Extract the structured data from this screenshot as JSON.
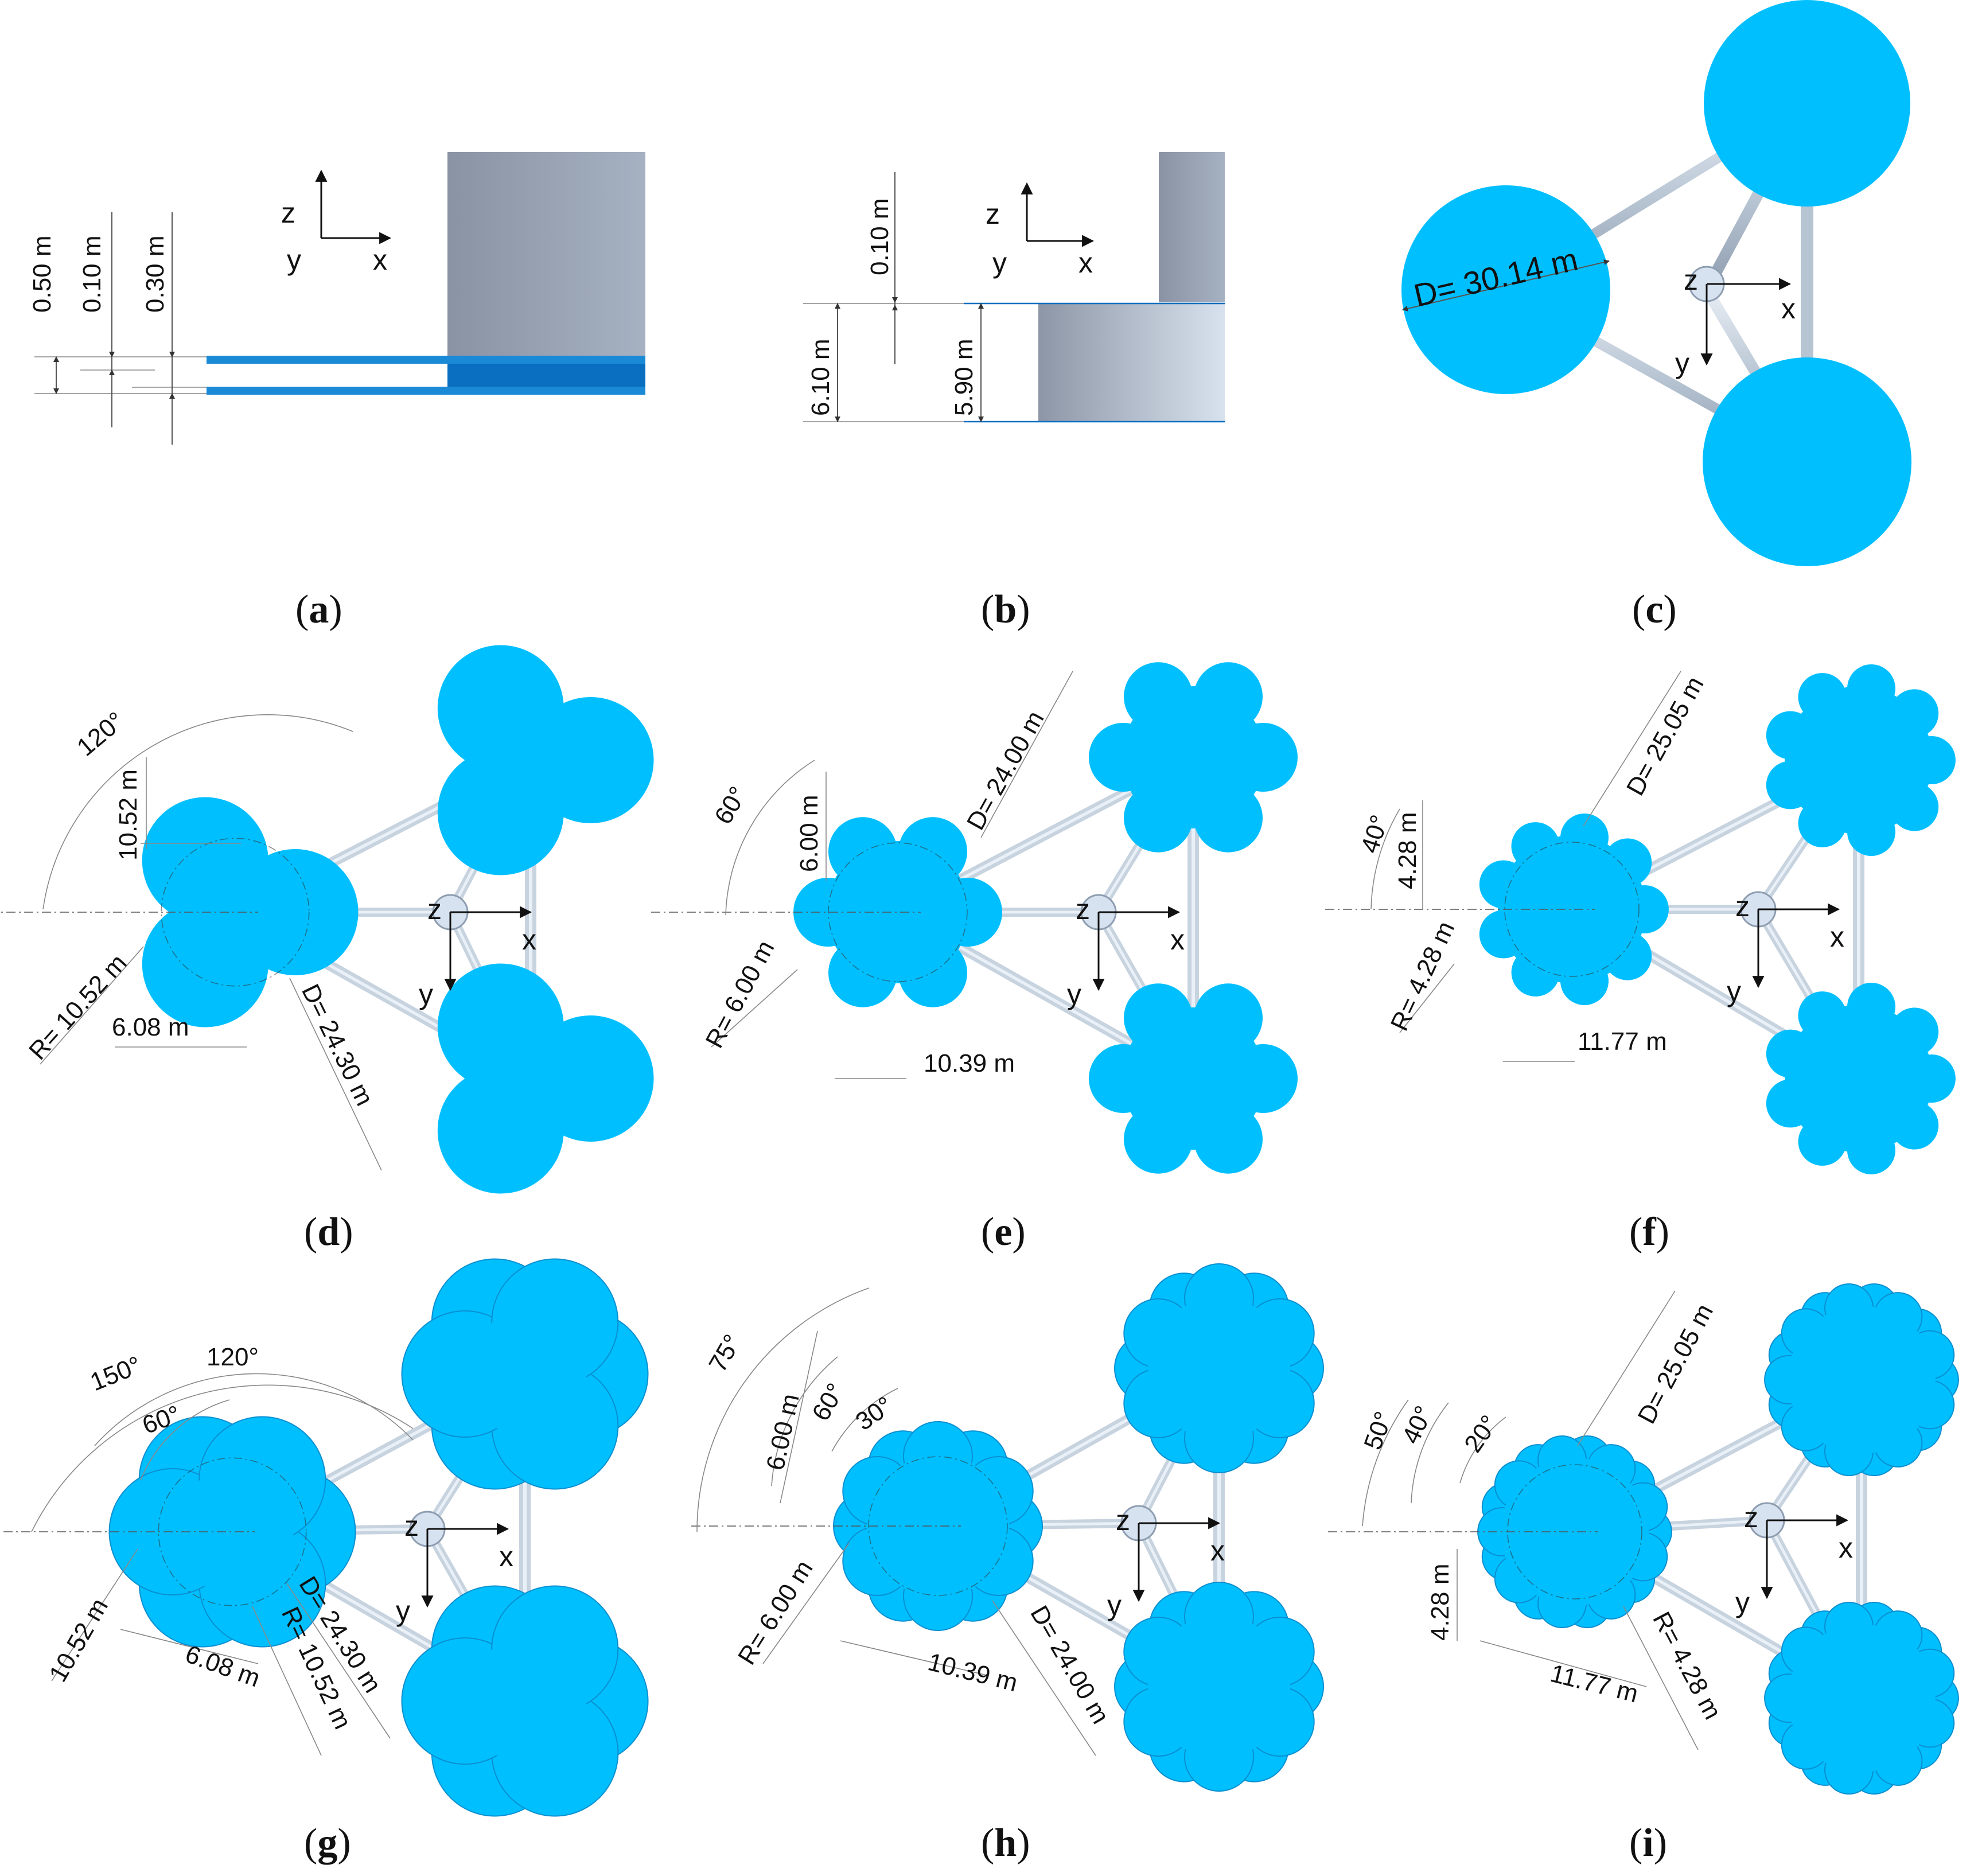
{
  "colors": {
    "float_fill": "#00BFFF",
    "float_edge": "#0a8fd0",
    "plate_dark": "#0a6fc0",
    "plate_light": "#1a8ad6",
    "column_left": "#8a93a3",
    "column_right": "#c9d6e6",
    "brace": "#c7d3df",
    "hub": "#d6e2f0"
  },
  "axes": {
    "x": "x",
    "y": "y",
    "z": "z"
  },
  "panels": {
    "a": {
      "caption_open": "(",
      "letter": "a",
      "caption_close": ")",
      "dim_050": "0.50 m",
      "dim_010": "0.10 m",
      "dim_030": "0.30 m"
    },
    "b": {
      "caption_open": "(",
      "letter": "b",
      "caption_close": ")",
      "dim_010": "0.10 m",
      "dim_610": "6.10 m",
      "dim_590": "5.90 m"
    },
    "c": {
      "caption_open": "(",
      "letter": "c",
      "caption_close": ")",
      "dim_D": "D= 30.14 m"
    },
    "d": {
      "caption_open": "(",
      "letter": "d",
      "caption_close": ")",
      "angle": "120°",
      "dim_1052": "10.52 m",
      "dim_R": "R= 10.52 m",
      "dim_608": "6.08 m",
      "dim_D": "D= 24.30 m"
    },
    "e": {
      "caption_open": "(",
      "letter": "e",
      "caption_close": ")",
      "angle": "60°",
      "dim_600": "6.00 m",
      "dim_R": "R= 6.00 m",
      "dim_1039": "10.39 m",
      "dim_D": "D= 24.00 m"
    },
    "f": {
      "caption_open": "(",
      "letter": "f",
      "caption_close": ")",
      "angle": "40°",
      "dim_428": "4.28 m",
      "dim_R": "R= 4.28 m",
      "dim_1177": "11.77 m",
      "dim_D": "D= 25.05 m"
    },
    "g": {
      "caption_open": "(",
      "letter": "g",
      "caption_close": ")",
      "angle_150": "150°",
      "angle_120": "120°",
      "angle_60": "60°",
      "dim_1052": "10.52 m",
      "dim_608": "6.08 m",
      "dim_R": "R= 10.52 m",
      "dim_D": "D= 24.30 m"
    },
    "h": {
      "caption_open": "(",
      "letter": "h",
      "caption_close": ")",
      "angle_75": "75°",
      "angle_60": "60°",
      "angle_30": "30°",
      "dim_600": "6.00 m",
      "dim_R": "R= 6.00 m",
      "dim_1039": "10.39 m",
      "dim_D": "D= 24.00 m"
    },
    "i": {
      "caption_open": "(",
      "letter": "i",
      "caption_close": ")",
      "angle_50": "50°",
      "angle_40": "40°",
      "angle_20": "20°",
      "dim_428": "4.28 m",
      "dim_1177": "11.77 m",
      "dim_R": "R= 4.28 m",
      "dim_D": "D= 25.05 m"
    }
  }
}
